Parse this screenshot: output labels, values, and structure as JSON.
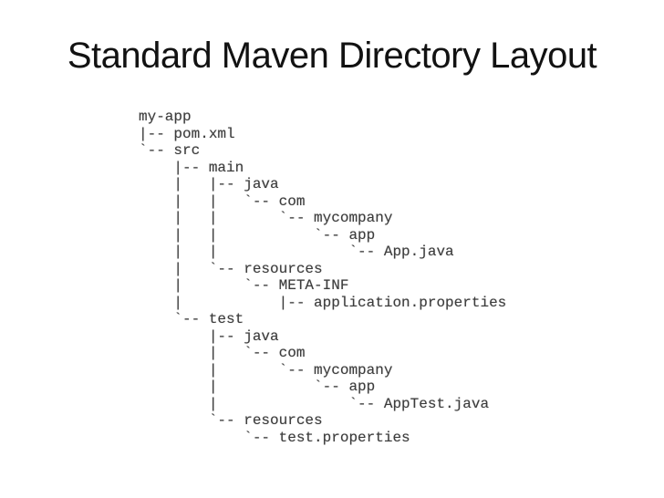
{
  "slide": {
    "title": "Standard Maven Directory Layout",
    "directory_tree": {
      "lines": [
        "my-app",
        "|-- pom.xml",
        "`-- src",
        "    |-- main",
        "    |   |-- java",
        "    |   |   `-- com",
        "    |   |       `-- mycompany",
        "    |   |           `-- app",
        "    |   |               `-- App.java",
        "    |   `-- resources",
        "    |       `-- META-INF",
        "    |           |-- application.properties",
        "    `-- test",
        "        |-- java",
        "        |   `-- com",
        "        |       `-- mycompany",
        "        |           `-- app",
        "        |               `-- AppTest.java",
        "        `-- resources",
        "            `-- test.properties"
      ]
    },
    "colors": {
      "background": "#ffffff",
      "title_text": "#121212",
      "tree_text": "#3c3c3c"
    }
  }
}
